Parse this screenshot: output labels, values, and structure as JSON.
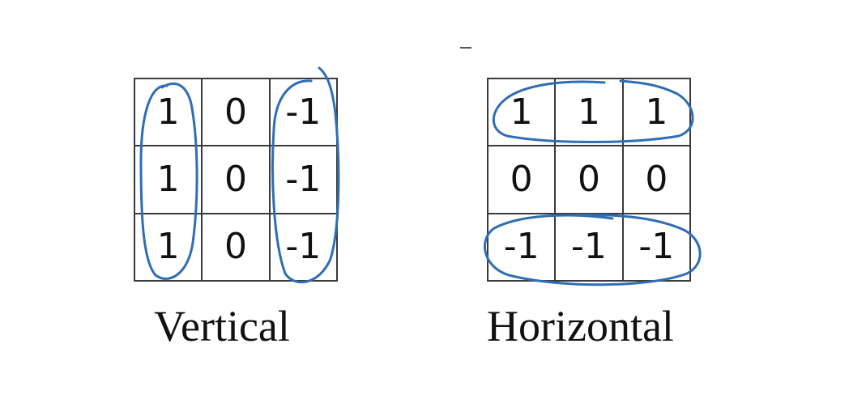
{
  "colors": {
    "ink": "#2f6db5",
    "grid": "#3a3a3a",
    "text": "#111111"
  },
  "filters": {
    "vertical": {
      "caption": "Vertical",
      "rows": [
        [
          "1",
          "0",
          "-1"
        ],
        [
          "1",
          "0",
          "-1"
        ],
        [
          "1",
          "0",
          "-1"
        ]
      ]
    },
    "horizontal": {
      "caption": "Horizontal",
      "rows": [
        [
          "1",
          "1",
          "1"
        ],
        [
          "0",
          "0",
          "0"
        ],
        [
          "-1",
          "-1",
          "-1"
        ]
      ]
    }
  }
}
